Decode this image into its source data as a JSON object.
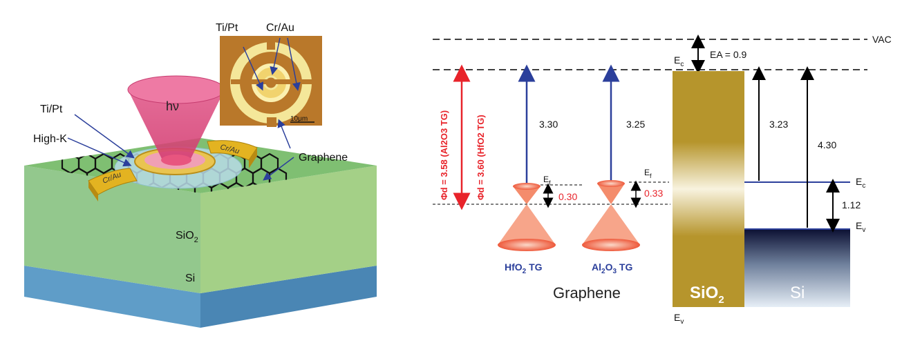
{
  "device": {
    "labels": {
      "ti_pt_top": "Ti/Pt",
      "cr_au_top": "Cr/Au",
      "hv": "hν",
      "ti_pt_left": "Ti/Pt",
      "high_k": "High-K",
      "graphene": "Graphene",
      "pad_left": "Cr/Au",
      "pad_right": "Cr/Au",
      "sio2": "SiO",
      "sio2_sub": "2",
      "si": "Si",
      "scale": "10μm"
    },
    "colors": {
      "cone": "#e0457b",
      "pad": "#e0b21e",
      "sio2_layer": "#8cc98a",
      "si_layer": "#5b9bc7",
      "micrograph_bg": "#b9782a"
    }
  },
  "band": {
    "labels": {
      "vac": "VAC",
      "ec_top": "E",
      "ec_top_sub": "c",
      "ea": "EA = 0.9",
      "phi_al": "Φd = 3.58 (Al2O3 TG)",
      "phi_hf": "Φd = 3.60 (HfO2 TG)",
      "hf_gap": "3.30",
      "al_gap": "3.25",
      "ef1": "E",
      "ef1_sub": "f",
      "ef2": "E",
      "ef2_sub": "f",
      "hf_ef": "0.30",
      "al_ef": "0.33",
      "hf_tg_a": "HfO",
      "hf_tg_sub": "2",
      "hf_tg_b": " TG",
      "al_tg_a": "Al",
      "al_tg_sub1": "2",
      "al_tg_mid": "O",
      "al_tg_sub2": "3",
      "al_tg_b": " TG",
      "graphene": "Graphene",
      "sio2": "SiO",
      "sio2_sub": "2",
      "si": "Si",
      "si_gap_top": "3.23",
      "si_gap_total": "4.30",
      "si_bandgap": "1.12",
      "ec_si": "E",
      "ec_si_sub": "c",
      "ev_si": "E",
      "ev_si_sub": "v",
      "ev_bottom": "E",
      "ev_bottom_sub": "v"
    },
    "colors": {
      "red_arrow": "#e8232a",
      "blue_arrow": "#2b3f9b",
      "sio2_bar": "#b6952c",
      "cone": "#f27a5d"
    }
  }
}
